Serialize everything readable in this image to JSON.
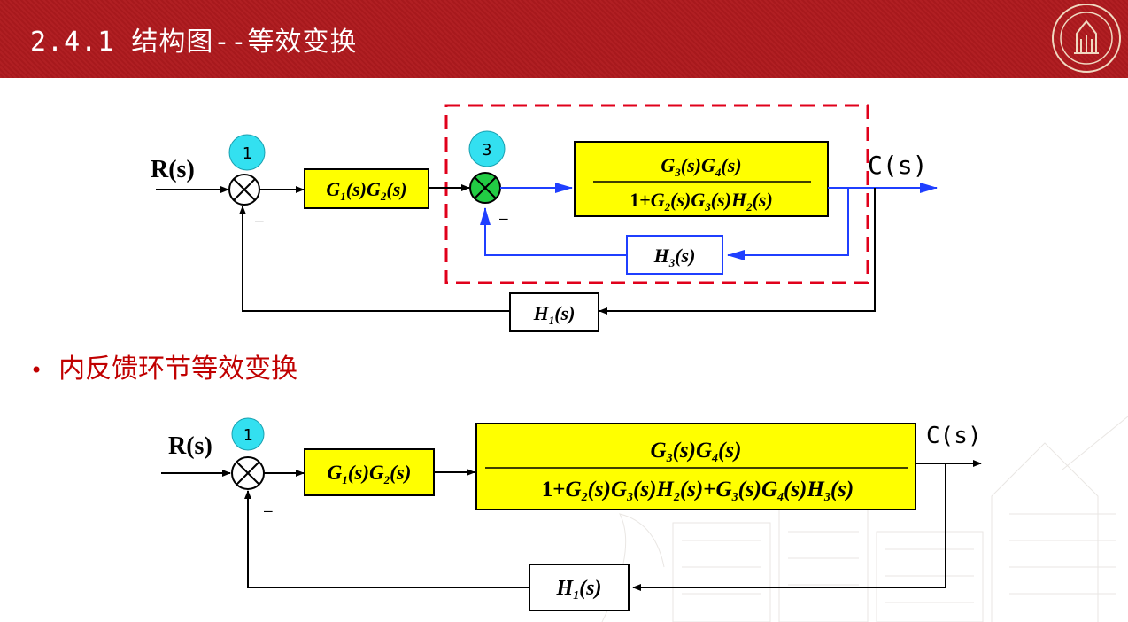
{
  "slide": {
    "title": "2.4.1 结构图--等效变换",
    "bullet": "内反馈环节等效变换"
  },
  "diagram1": {
    "input": "R(s)",
    "output": "C(s)",
    "node1": "1",
    "node3": "3",
    "minus": "–",
    "block_g1g2": "G1(s)G2(s)",
    "block_main_num": "G3(s)G4(s)",
    "block_main_den": "1+G2(s)G3(s)H2(s)",
    "block_h3": "H3(s)",
    "block_h1": "H1(s)"
  },
  "diagram2": {
    "input": "R(s)",
    "output": "C(s)",
    "node1": "1",
    "minus": "–",
    "block_g1g2": "G1(s)G2(s)",
    "block_main_num": "G3(s)G4(s)",
    "block_main_den": "1+G2(s)G3(s)H2(s)+G3(s)G4(s)H3(s)",
    "block_h1": "H1(s)"
  },
  "colors": {
    "header": "#b11f23",
    "block_fill": "#ffff00",
    "node_cyan": "#33e0f0",
    "node_green": "#22cc44",
    "blue_path": "#1f3fff",
    "dash_red": "#e0001b",
    "bullet_text": "#c00000"
  }
}
